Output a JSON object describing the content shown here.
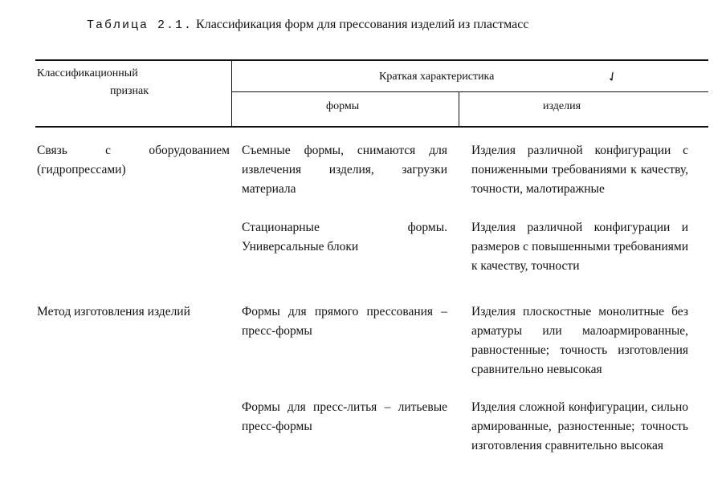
{
  "caption": {
    "label": "Таблица 2.1.",
    "title": "Классификация форм для прессования изделий из пластмасс"
  },
  "header": {
    "col1_line1": "Классификационный",
    "col1_line2": "признак",
    "group": "Краткая характеристика",
    "col2": "формы",
    "col3": "изделия",
    "mark": "✓"
  },
  "rows": [
    {
      "feature": "Связь с оборудованием (гидропрессами)",
      "form": "Съемные формы, снимаются для извлечения изделия, загрузки материала",
      "product": "Изделия различной конфигурации с пониженными требованиями к качеству, точности, малотиражные"
    },
    {
      "feature": "",
      "form": "Стационарные формы. Универсальные блоки",
      "product": "Изделия различной конфигурации и размеров с повышенными требованиями к качеству, точности"
    },
    {
      "feature": "Метод изготовления изделий",
      "form": "Формы для прямого прессования – пресс-формы",
      "product": "Изделия плоскостные монолитные без арматуры или малоармированные, равностенные; точность изготовления сравнительно невысокая"
    },
    {
      "feature": "",
      "form": "Формы для пресс-литья – литьевые пресс-формы",
      "product": "Изделия сложной конфигурации, сильно армированные, разностенные; точность изготовления сравнительно высокая"
    }
  ]
}
